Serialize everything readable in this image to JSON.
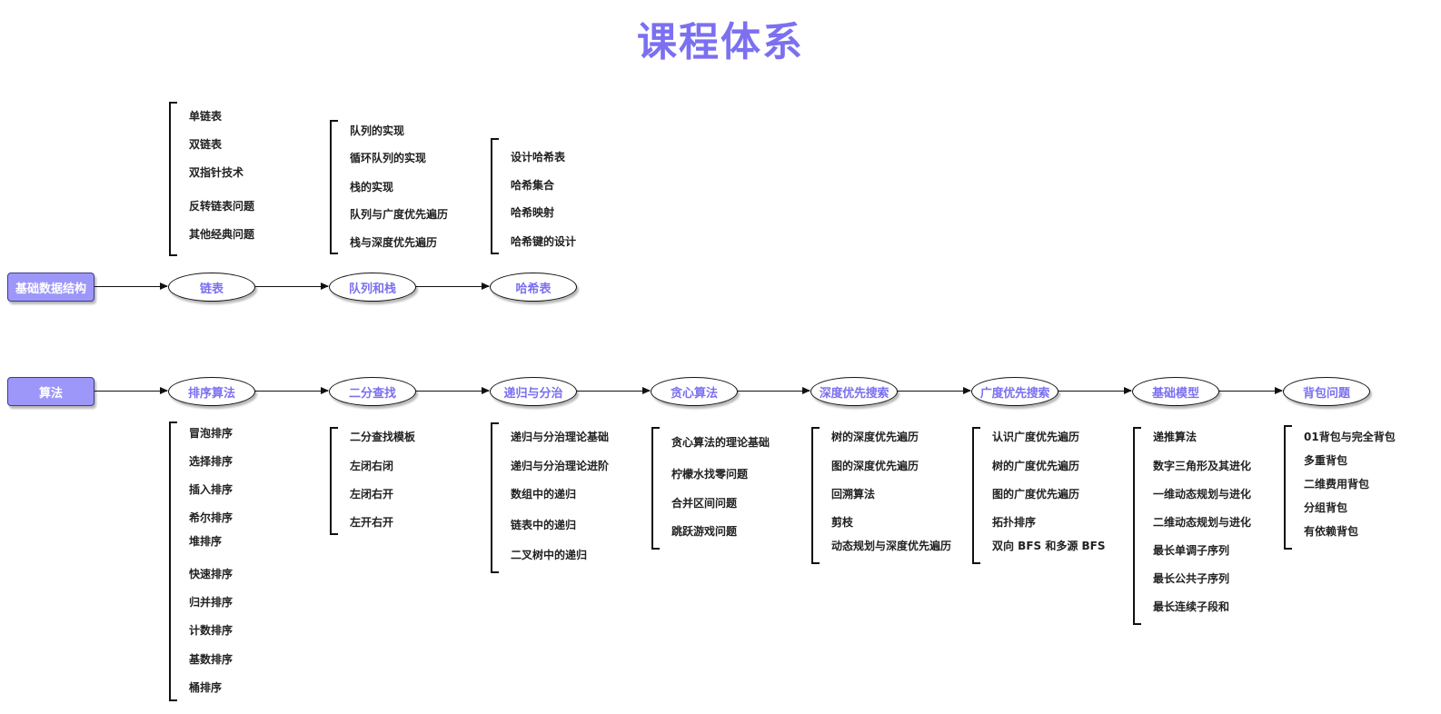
{
  "title": "课程体系",
  "rows": [
    {
      "root": "基础数据结构",
      "topics": [
        {
          "label": "链表",
          "items": [
            "单链表",
            "双链表",
            "双指针技术",
            "反转链表问题",
            "其他经典问题"
          ]
        },
        {
          "label": "队列和栈",
          "items": [
            "队列的实现",
            "循环队列的实现",
            "栈的实现",
            "队列与广度优先遍历",
            "栈与深度优先遍历"
          ]
        },
        {
          "label": "哈希表",
          "items": [
            "设计哈希表",
            "哈希集合",
            "哈希映射",
            "哈希键的设计"
          ]
        }
      ]
    },
    {
      "root": "算法",
      "topics": [
        {
          "label": "排序算法",
          "items": [
            "冒泡排序",
            "选择排序",
            "插入排序",
            "希尔排序",
            "堆排序",
            "快速排序",
            "归并排序",
            "计数排序",
            "基数排序",
            "桶排序"
          ]
        },
        {
          "label": "二分查找",
          "items": [
            "二分查找模板",
            "左闭右闭",
            "左闭右开",
            "左开右开"
          ]
        },
        {
          "label": "递归与分治",
          "items": [
            "递归与分治理论基础",
            "递归与分治理论进阶",
            "数组中的递归",
            "链表中的递归",
            "二叉树中的递归"
          ]
        },
        {
          "label": "贪心算法",
          "items": [
            "贪心算法的理论基础",
            "柠檬水找零问题",
            "合并区间问题",
            "跳跃游戏问题"
          ]
        },
        {
          "label": "深度优先搜索",
          "items": [
            "树的深度优先遍历",
            "图的深度优先遍历",
            "回溯算法",
            "剪枝",
            "动态规划与深度优先遍历"
          ]
        },
        {
          "label": "广度优先搜索",
          "items": [
            "认识广度优先遍历",
            "树的广度优先遍历",
            "图的广度优先遍历",
            "拓扑排序",
            "双向 BFS 和多源 BFS"
          ]
        },
        {
          "label": "基础模型",
          "items": [
            "递推算法",
            "数字三角形及其进化",
            "一维动态规划与进化",
            "二维动态规划与进化",
            "最长单调子序列",
            "最长公共子序列",
            "最长连续子段和"
          ]
        },
        {
          "label": "背包问题",
          "items": [
            "01背包与完全背包",
            "多重背包",
            "二维费用背包",
            "分组背包",
            "有依赖背包"
          ]
        }
      ]
    }
  ]
}
